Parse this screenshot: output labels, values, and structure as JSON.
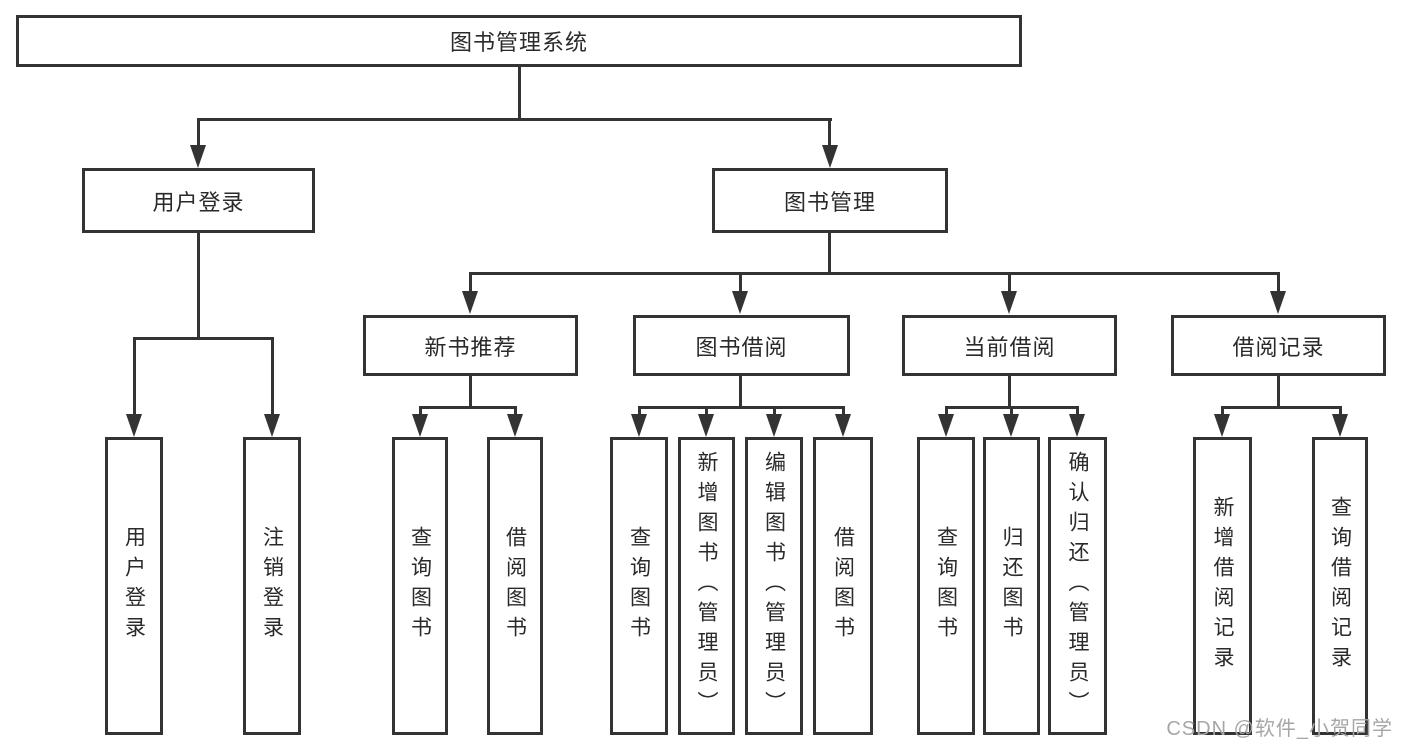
{
  "diagram": {
    "root": {
      "label": "图书管理系统"
    },
    "level2": [
      {
        "label": "用户登录"
      },
      {
        "label": "图书管理"
      }
    ],
    "level3": [
      {
        "label": "新书推荐",
        "parent": "图书管理"
      },
      {
        "label": "图书借阅",
        "parent": "图书管理"
      },
      {
        "label": "当前借阅",
        "parent": "图书管理"
      },
      {
        "label": "借阅记录",
        "parent": "图书管理"
      }
    ],
    "leaves": [
      {
        "label": "用户登录",
        "parent": "用户登录"
      },
      {
        "label": "注销登录",
        "parent": "用户登录"
      },
      {
        "label": "查询图书",
        "parent": "新书推荐"
      },
      {
        "label": "借阅图书",
        "parent": "新书推荐"
      },
      {
        "label": "查询图书",
        "parent": "图书借阅"
      },
      {
        "label": "新增图书（管理员）",
        "parent": "图书借阅"
      },
      {
        "label": "编辑图书（管理员）",
        "parent": "图书借阅"
      },
      {
        "label": "借阅图书",
        "parent": "图书借阅"
      },
      {
        "label": "查询图书",
        "parent": "当前借阅"
      },
      {
        "label": "归还图书",
        "parent": "当前借阅"
      },
      {
        "label": "确认归还（管理员）",
        "parent": "当前借阅"
      },
      {
        "label": "新增借阅记录",
        "parent": "借阅记录"
      },
      {
        "label": "查询借阅记录",
        "parent": "借阅记录"
      }
    ]
  },
  "watermark": {
    "text": "CSDN @软件_小贺同学"
  },
  "colors": {
    "line": "#333333",
    "box_border": "#333333",
    "box_fill": "#ffffff",
    "text": "#2a2a2a",
    "watermark": "#a6a6a6",
    "background": "#ffffff"
  }
}
